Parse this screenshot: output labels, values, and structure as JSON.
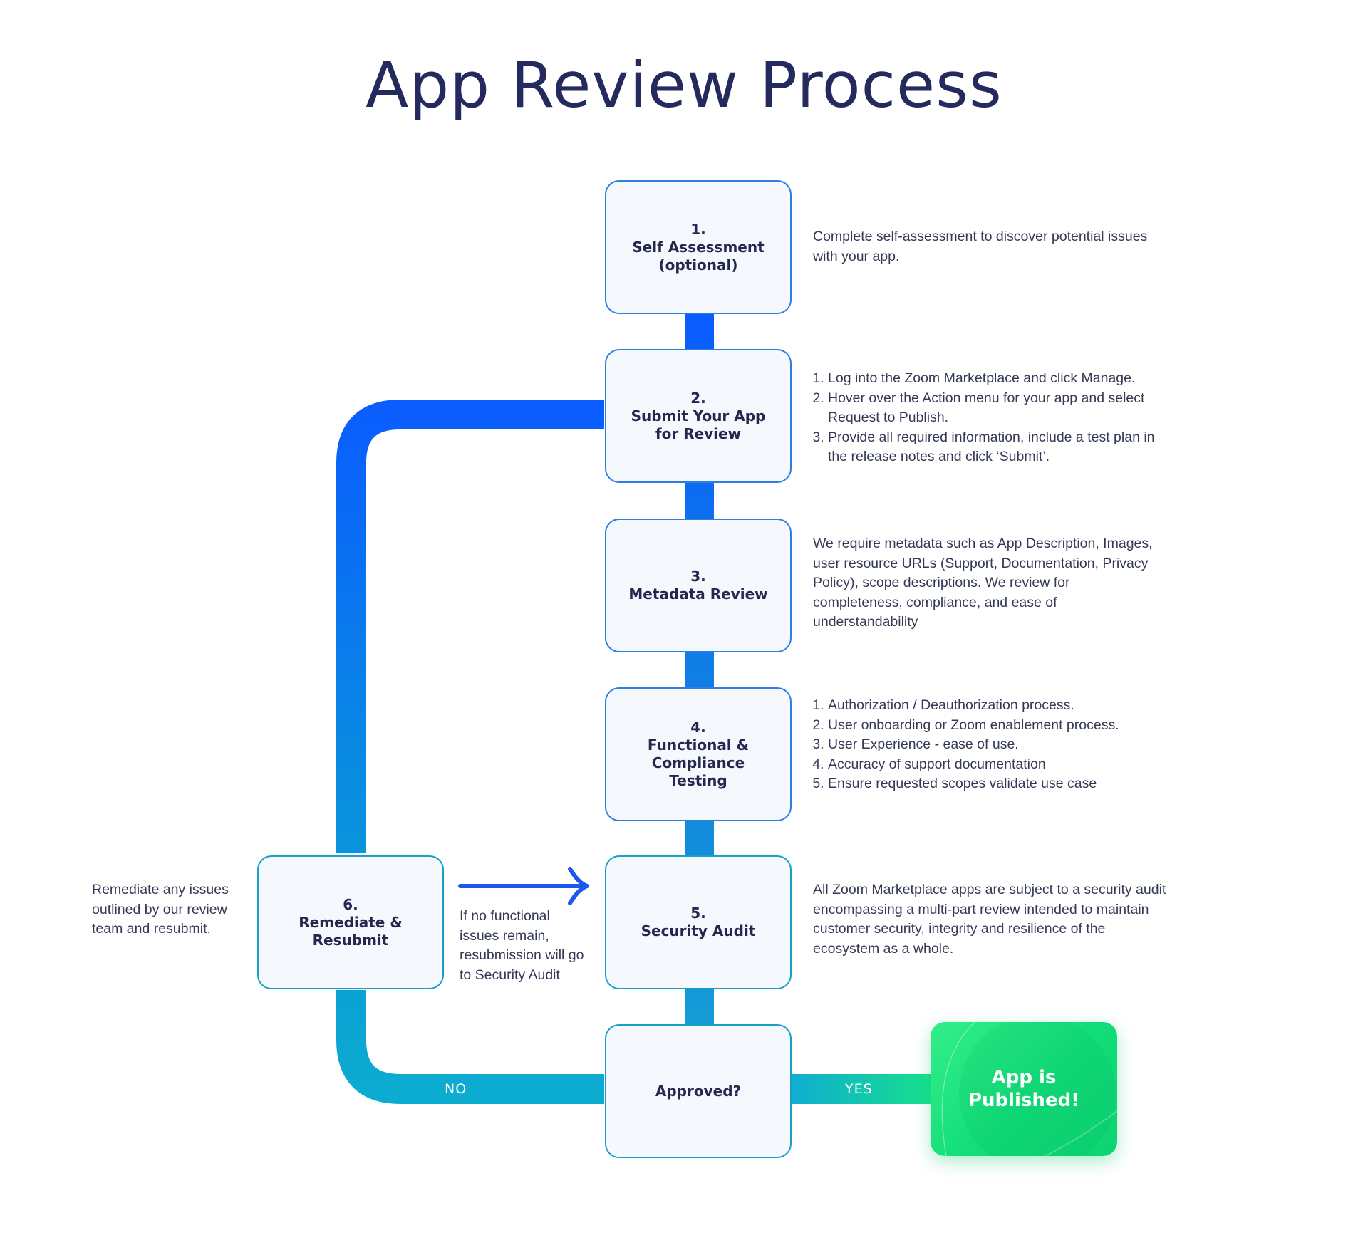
{
  "title": "App Review Process",
  "steps": [
    {
      "number": "1.",
      "label": "Self Assessment\n(optional)"
    },
    {
      "number": "2.",
      "label": "Submit Your App\nfor Review"
    },
    {
      "number": "3.",
      "label": "Metadata Review"
    },
    {
      "number": "4.",
      "label": "Functional &\nCompliance\nTesting"
    },
    {
      "number": "5.",
      "label": "Security Audit"
    },
    {
      "number": "6.",
      "label": "Remediate &\nResubmit"
    }
  ],
  "decision": {
    "label": "Approved?"
  },
  "outcome": {
    "label": "App is\nPublished!"
  },
  "edges": {
    "no_label": "NO",
    "yes_label": "YES"
  },
  "descriptions": {
    "self_assessment": "Complete self-assessment to discover potential issues with your app.",
    "submit": [
      "Log into the Zoom Marketplace and click Manage.",
      "Hover over the Action menu for your app and select Request to Publish.",
      "Provide all required information, include a test plan in the release notes and click ‘Submit’."
    ],
    "metadata": "We require metadata such as App Description, Images, user resource URLs (Support, Documentation, Privacy Policy), scope descriptions. We review for completeness, compliance, and ease of understandability",
    "functional": [
      "Authorization / Deauthorization process.",
      "User onboarding or Zoom enablement process.",
      "User Experience - ease of use.",
      "Accuracy of support documentation",
      "Ensure requested scopes validate use case"
    ],
    "security": "All Zoom Marketplace apps are subject to a security audit encompassing a multi-part review intended to maintain customer security, integrity and resilience of the ecosystem as a whole.",
    "remediate": "Remediate any issues outlined by our review team and resubmit.",
    "resubmission_note": "If no functional issues remain, resubmission will go to Security Audit"
  }
}
